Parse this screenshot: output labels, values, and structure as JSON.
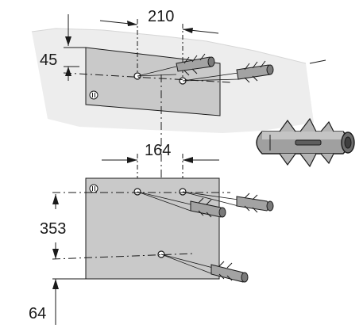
{
  "diagram": {
    "dimensions": {
      "top_hole_spacing": "210",
      "top_offset": "45",
      "bottom_hole_spacing": "164",
      "bottom_vertical_spacing": "353",
      "bottom_offset": "64"
    },
    "colors": {
      "wall": "#ececec",
      "plate": "#c8c8c8",
      "line": "#1a1a1a",
      "anchor": "#9a9a9a",
      "anchor_dark": "#6e6e6e"
    },
    "icons": [
      "wall-plug-icon",
      "screw-hole-icon",
      "level-mark-icon"
    ]
  }
}
